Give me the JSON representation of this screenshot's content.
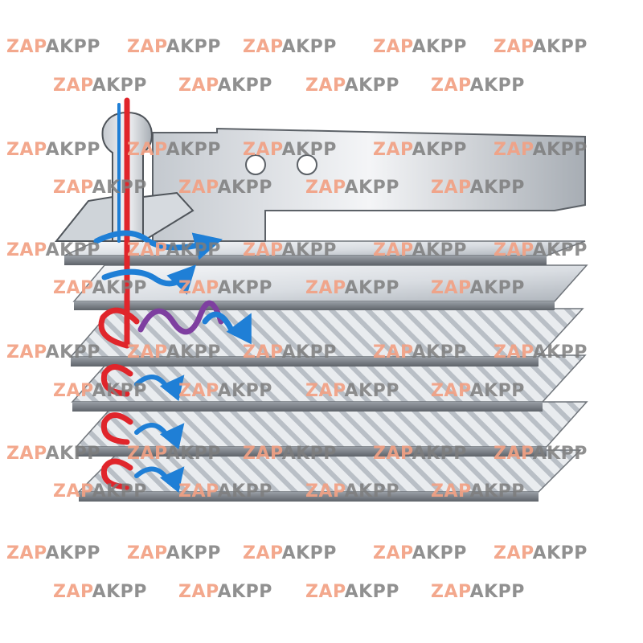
{
  "watermark": {
    "part1": "ZAP",
    "part2": "AKPP"
  },
  "colors": {
    "hot_flow": "#e0252b",
    "cold_flow": "#1f7fd6",
    "mixed_flow": "#7e3fa0",
    "metal_light": "#eef0f2",
    "metal_dark": "#8a8f96",
    "watermark_orange": "#f2a184",
    "watermark_gray": "#7d7d7d"
  },
  "diagram": {
    "subject": "oil cooler plate stack with flow arrows",
    "plate_count": 6
  }
}
